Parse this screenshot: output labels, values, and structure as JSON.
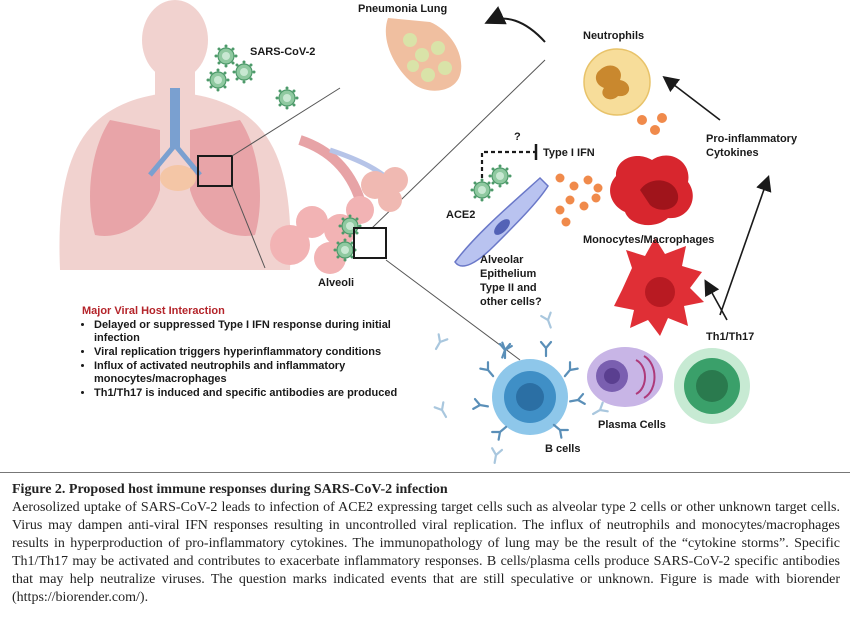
{
  "labels": {
    "pneumonia_lung": "Pneumonia Lung",
    "sars_cov_2": "SARS-CoV-2",
    "neutrophils": "Neutrophils",
    "pro_inflammatory": "Pro-inflammatory Cytokines",
    "question_mark": "?",
    "type_i_ifn": "Type I IFN",
    "ace2": "ACE2",
    "alveolar_epithelium": "Alveolar Epithelium Type II and other cells?",
    "monocytes_macrophages": "Monocytes/Macrophages",
    "alveoli": "Alveoli",
    "th1_th17": "Th1/Th17",
    "plasma_cells": "Plasma Cells",
    "b_cells": "B cells"
  },
  "interaction": {
    "title": "Major Viral Host Interaction",
    "items": [
      "Delayed or suppressed Type I IFN response during initial infection",
      "Viral replication triggers hyperinflammatory conditions",
      "Influx of activated neutrophils and inflammatory monocytes/macrophages",
      "Th1/Th17 is induced and specific antibodies are produced"
    ]
  },
  "caption": {
    "title": "Figure 2. Proposed host immune responses during SARS-CoV-2 infection",
    "body": "Aerosolized uptake of SARS-CoV-2 leads to infection of ACE2 expressing target cells such as alveolar type 2 cells or other unknown target cells. Virus may dampen anti-viral IFN responses resulting in uncontrolled viral replication. The influx of neutrophils and monocytes/macrophages results in hyperproduction of pro-inflammatory cytokines. The immunopathology of lung may be the result of the “cytokine storms”. Specific Th1/Th17 may be activated and contributes to exacerbate inflammatory responses. B cells/plasma cells produce SARS-CoV-2 specific antibodies that may help neutralize viruses. The question marks indicated events that are still speculative or unknown. Figure is made with biorender (https://biorender.com/)."
  },
  "colors": {
    "accent_red": "#b4242a",
    "virus_green": "#8fc9a0",
    "lung_pink": "#e8a4a8",
    "neutrophil_yellow": "#f7dd9a",
    "macrophage_red": "#d8262e",
    "b_cell_blue": "#4aa3d6",
    "plasma_purple": "#a58fc9",
    "th_green": "#3aa06a"
  },
  "icons": [
    "human-torso-icon",
    "virus-particle-icon",
    "pneumonia-lung-icon",
    "neutrophil-icon",
    "red-cell-icon",
    "macrophage-icon",
    "epithelial-cell-icon",
    "alveoli-icon",
    "b-cell-icon",
    "plasma-cell-icon",
    "t-cell-icon",
    "antibody-icon",
    "cytokine-dot-icon"
  ]
}
